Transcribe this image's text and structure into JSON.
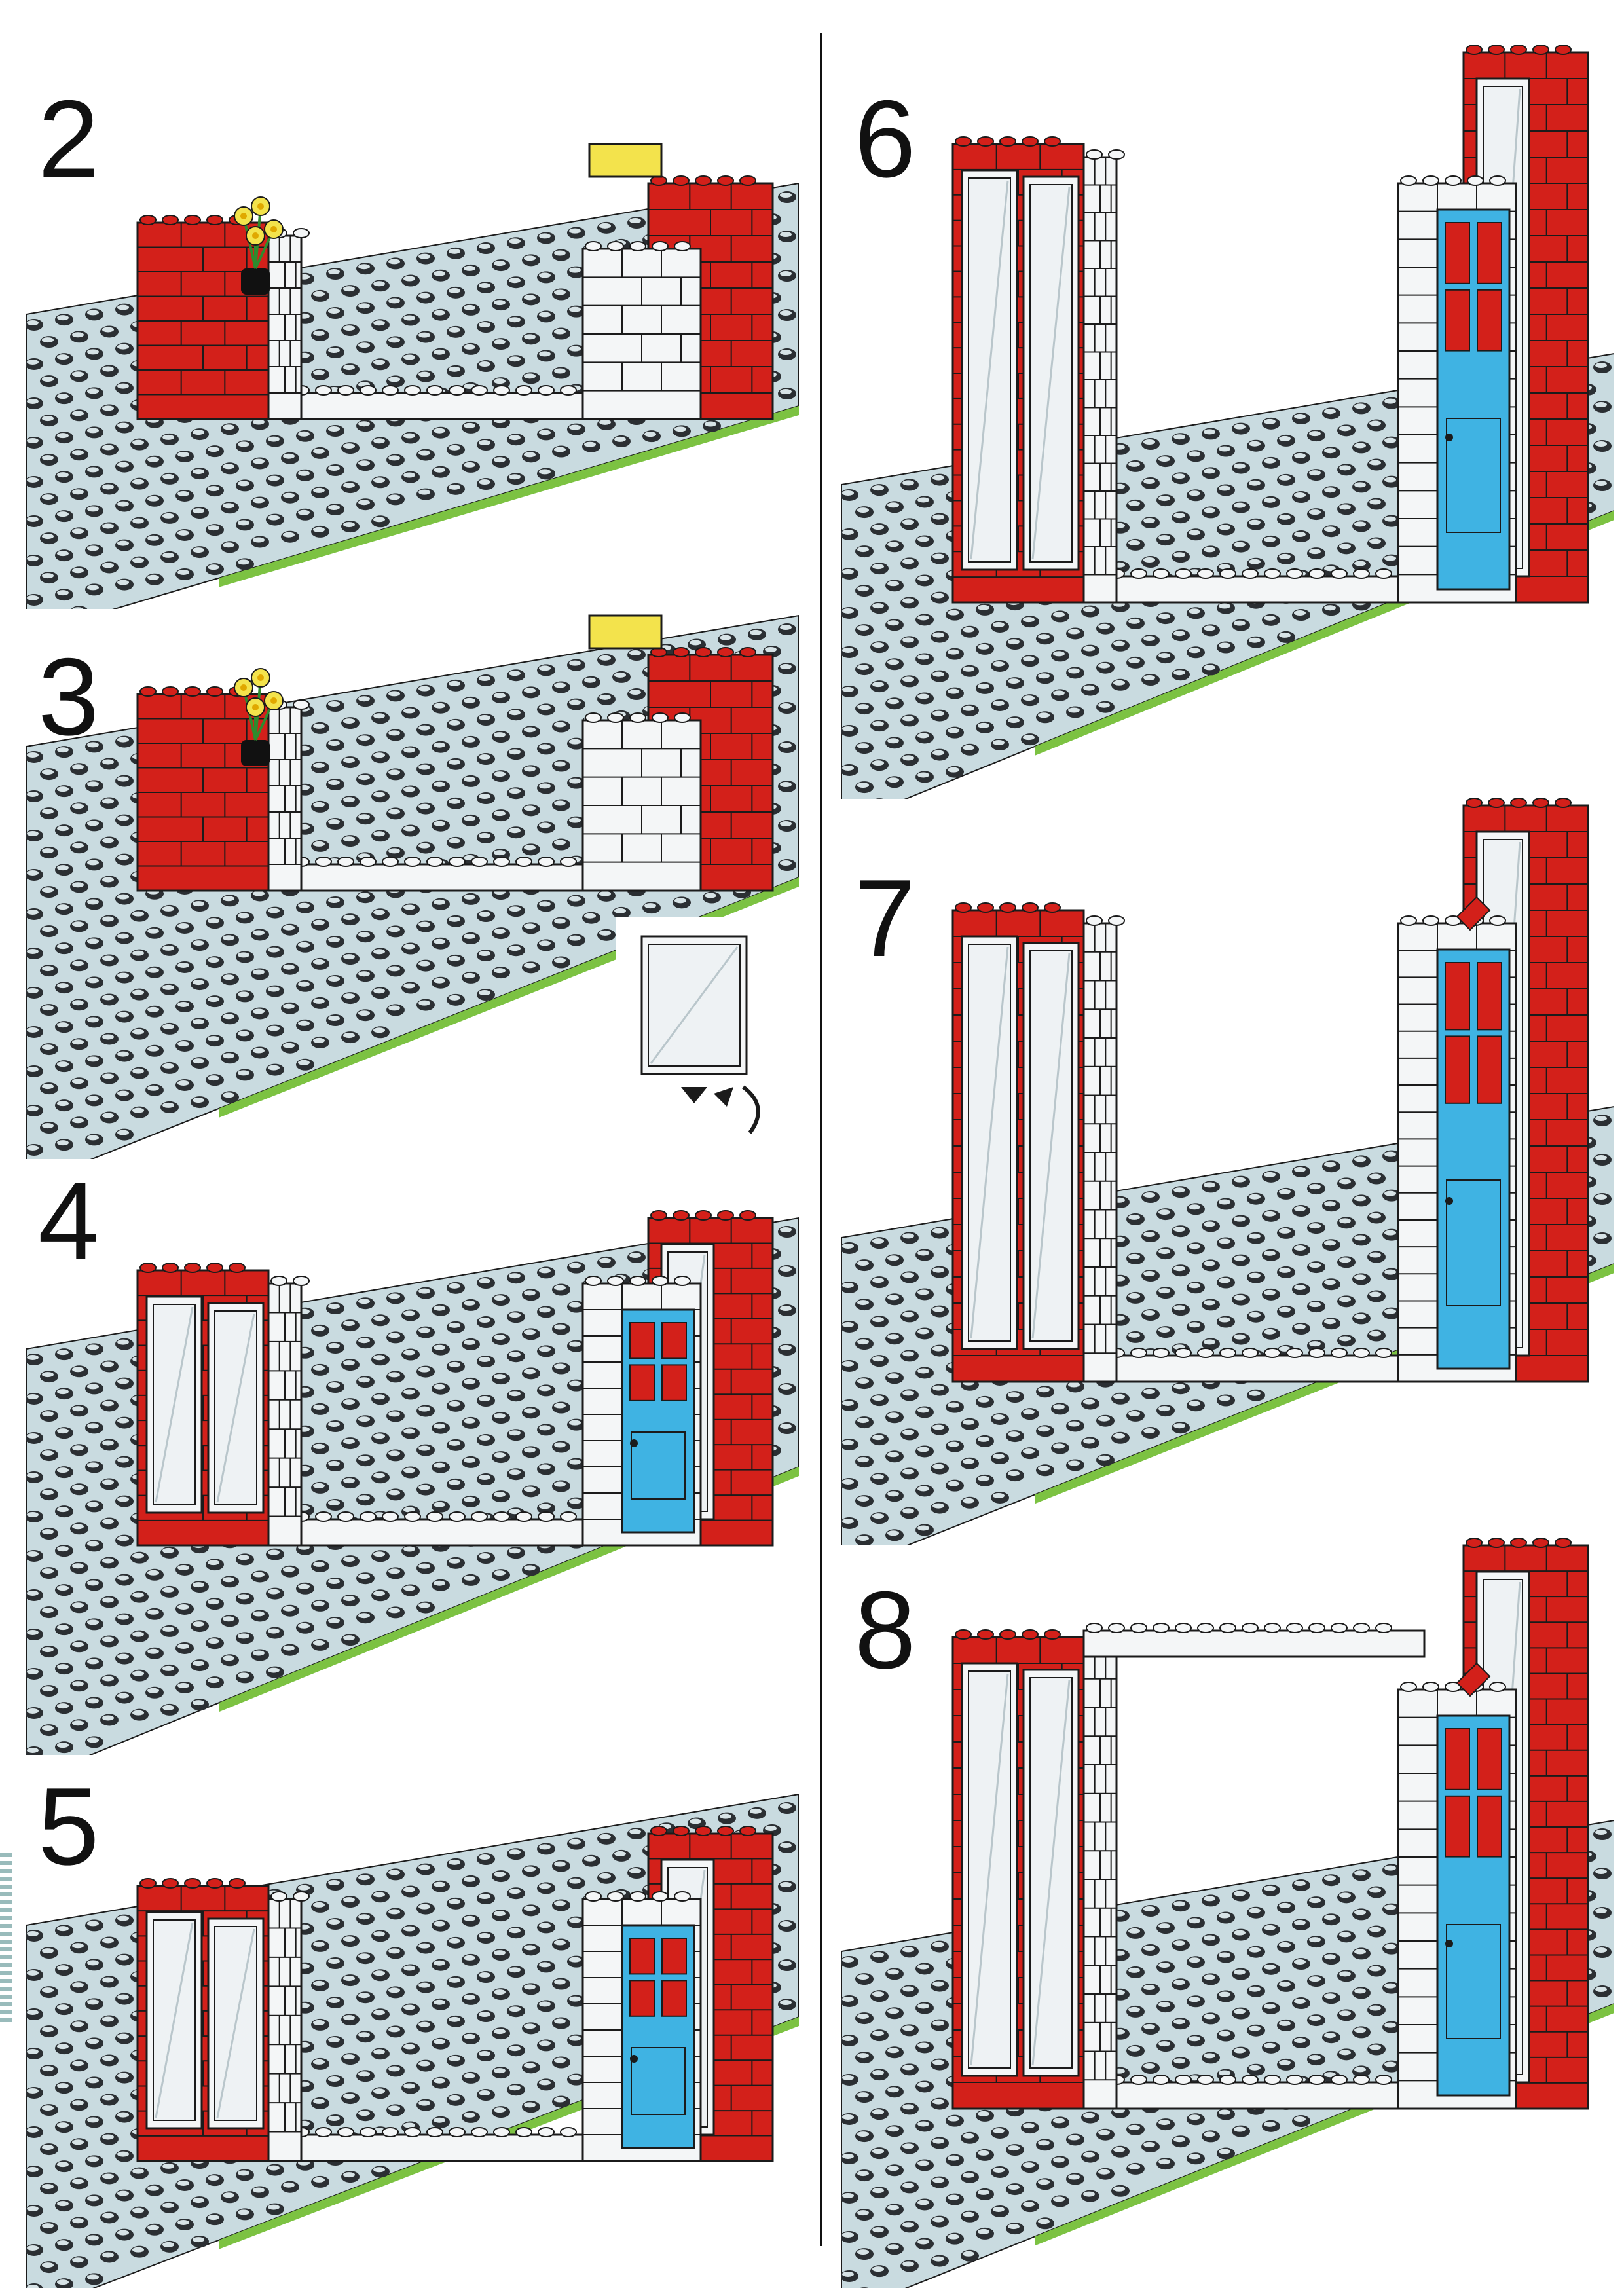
{
  "title": "",
  "colors": {
    "baseplate": "#c9dbe0",
    "stud": "#2b2f33",
    "baseplate_edge": "#7cc242",
    "red_brick": "#d3201a",
    "white_brick": "#f4f6f7",
    "door": "#3fb3e3",
    "yellow": "#f3e34c",
    "window_glass": "#eef2f4",
    "outline": "#1b1b1b"
  },
  "steps": [
    {
      "number": "2",
      "door": false,
      "window_panes": 0,
      "top_row": false,
      "flowers": true
    },
    {
      "number": "3",
      "door": false,
      "window_panes": 0,
      "top_row": false,
      "flowers": true,
      "inset": true
    },
    {
      "number": "4",
      "door": true,
      "window_panes": 3,
      "top_row": false,
      "flowers": false
    },
    {
      "number": "5",
      "door": true,
      "window_panes": 3,
      "top_row": false,
      "flowers": false
    },
    {
      "number": "6",
      "door": true,
      "window_panes": 3,
      "top_row": false,
      "flowers": false
    },
    {
      "number": "7",
      "door": true,
      "window_panes": 3,
      "top_row": false,
      "flowers": false,
      "sign": true
    },
    {
      "number": "8",
      "door": true,
      "window_panes": 3,
      "top_row": true,
      "flowers": false,
      "sign": true
    }
  ],
  "icons": {
    "inset_window": "window-pane-icon",
    "rotate_arrow": "rotate-arrow-icon",
    "flowers": "flower-icon",
    "sign": "sign-icon"
  }
}
